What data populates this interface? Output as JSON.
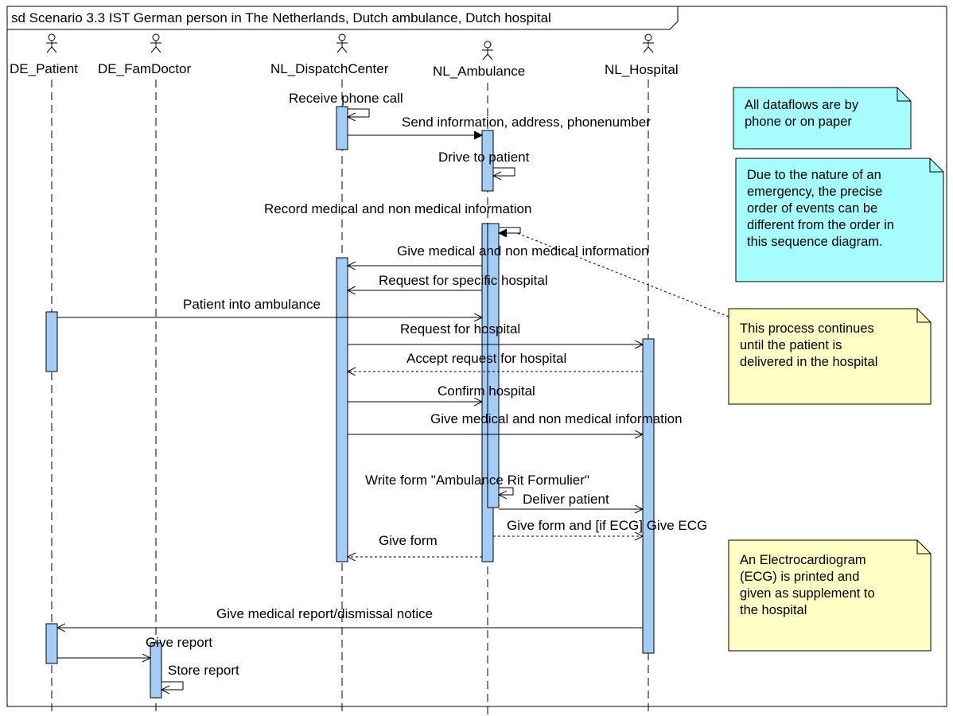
{
  "frame": {
    "title": "sd Scenario 3.3 IST German person in The Netherlands, Dutch ambulance, Dutch hospital"
  },
  "lifelines": [
    {
      "name": "DE_Patient"
    },
    {
      "name": "DE_FamDoctor"
    },
    {
      "name": "NL_DispatchCenter"
    },
    {
      "name": "NL_Ambulance"
    },
    {
      "name": "NL_Hospital"
    }
  ],
  "messages": [
    {
      "label": "Receive phone call",
      "from": "NL_DispatchCenter",
      "to": "NL_DispatchCenter",
      "kind": "self"
    },
    {
      "label": "Send information, address, phonenumber",
      "from": "NL_DispatchCenter",
      "to": "NL_Ambulance",
      "kind": "sync"
    },
    {
      "label": "Drive to patient",
      "from": "NL_Ambulance",
      "to": "NL_Ambulance",
      "kind": "self"
    },
    {
      "label": "Record medical and non medical information",
      "from": "NL_Ambulance",
      "to": "NL_Ambulance",
      "kind": "self"
    },
    {
      "label": "Give medical and non medical information",
      "from": "NL_Ambulance",
      "to": "NL_DispatchCenter",
      "kind": "async"
    },
    {
      "label": "Request for specific hospital",
      "from": "NL_Ambulance",
      "to": "NL_DispatchCenter",
      "kind": "async"
    },
    {
      "label": "Patient into ambulance",
      "from": "DE_Patient",
      "to": "NL_Ambulance",
      "kind": "async"
    },
    {
      "label": "Request for hospital",
      "from": "NL_DispatchCenter",
      "to": "NL_Hospital",
      "kind": "async"
    },
    {
      "label": "Accept request for hospital",
      "from": "NL_Hospital",
      "to": "NL_DispatchCenter",
      "kind": "return"
    },
    {
      "label": "Confirm hospital",
      "from": "NL_DispatchCenter",
      "to": "NL_Ambulance",
      "kind": "async"
    },
    {
      "label": "Give medical and non medical information",
      "from": "NL_DispatchCenter",
      "to": "NL_Hospital",
      "kind": "async"
    },
    {
      "label": "Write form \"Ambulance Rit Formulier\"",
      "from": "NL_Ambulance",
      "to": "NL_Ambulance",
      "kind": "self"
    },
    {
      "label": "Deliver patient",
      "from": "NL_Ambulance",
      "to": "NL_Hospital",
      "kind": "async"
    },
    {
      "label": "Give form and [if ECG] Give ECG",
      "from": "NL_Ambulance",
      "to": "NL_Hospital",
      "kind": "return"
    },
    {
      "label": "Give form",
      "from": "NL_Ambulance",
      "to": "NL_DispatchCenter",
      "kind": "return"
    },
    {
      "label": "Give medical report/dismissal notice",
      "from": "NL_Hospital",
      "to": "DE_Patient",
      "kind": "async"
    },
    {
      "label": "Give report",
      "from": "DE_Patient",
      "to": "DE_FamDoctor",
      "kind": "async"
    },
    {
      "label": "Store report",
      "from": "DE_FamDoctor",
      "to": "DE_FamDoctor",
      "kind": "self"
    }
  ],
  "notes": [
    {
      "color": "cyan",
      "lines": [
        "All dataflows are by",
        "phone or on paper"
      ]
    },
    {
      "color": "cyan",
      "lines": [
        "Due to the nature of an",
        "emergency, the precise",
        "order of events can be",
        "different from the order in",
        "this sequence diagram."
      ]
    },
    {
      "color": "yellow",
      "lines": [
        "This process continues",
        "until the patient is",
        "delivered in the hospital"
      ]
    },
    {
      "color": "yellow",
      "lines": [
        "An Electrocardiogram",
        "(ECG) is printed and",
        "given as supplement to",
        "the hospital"
      ]
    }
  ],
  "colors": {
    "activation": "#a3cdf7",
    "note_cyan": "#a7fdfd",
    "note_yellow": "#ffffc5",
    "line": "#000000"
  }
}
